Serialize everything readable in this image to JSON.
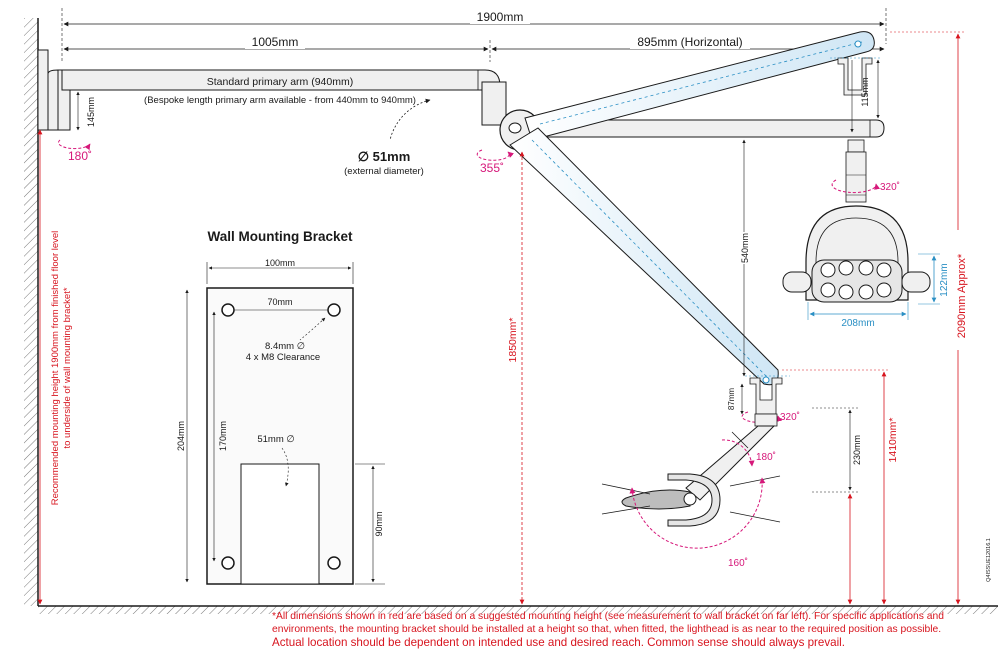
{
  "colors": {
    "black": "#1a1a1a",
    "red": "#d7141e",
    "magenta": "#d6187a",
    "cyan": "#2a8fc4",
    "arm_fill": "#f0f0f0",
    "arm_gradient_blue": "#cfe6f5"
  },
  "top_dims": {
    "overall": "1900mm",
    "left": "1005mm",
    "right": "895mm (Horizontal)"
  },
  "primary_arm": {
    "label": "Standard primary arm (940mm)",
    "sublabel": "(Bespoke length primary arm available - from 440mm to 940mm)",
    "drop": "145mm",
    "wall_rotation": "180˚",
    "pivot_rotation": "355˚"
  },
  "tube": {
    "diameter": "∅ 51mm",
    "note": "(external diameter)"
  },
  "light_head": {
    "drop_top": "115mm",
    "rotation": "320˚",
    "vertical": "540mm",
    "height": "122mm",
    "width": "208mm"
  },
  "lower_arm": {
    "drop": "87mm",
    "rotation": "320˚",
    "tilt": "180˚",
    "swing": "160˚",
    "clearance": "230mm"
  },
  "heights": {
    "pivot": "1850mm*",
    "lower_head": "1410mm*",
    "total": "2090mm Approx*"
  },
  "wall_note": {
    "line1": "Recommended mounting height 1900mm from finished floor level",
    "line2": "to underside of wall mounting bracket*"
  },
  "bracket": {
    "title": "Wall Mounting Bracket",
    "width": "100mm",
    "hole_spacing": "70mm",
    "hole_size": "8.4mm ∅",
    "hole_note": "4 x M8 Clearance",
    "height": "204mm",
    "hole_height": "170mm",
    "tube": "51mm ∅",
    "slot_height": "90mm"
  },
  "side_code": "Q4ISSUE12016.1",
  "footnote": {
    "line1": "*All dimensions shown in red are based on a suggested mounting height (see measurement to wall bracket on far left). For specific applications and",
    "line2": "environments, the mounting bracket should be installed at a height so that, when fitted, the lighthead is as near to the required position as possible.",
    "line3": "Actual location should be dependent on intended use and desired reach. Common sense should always prevail."
  }
}
